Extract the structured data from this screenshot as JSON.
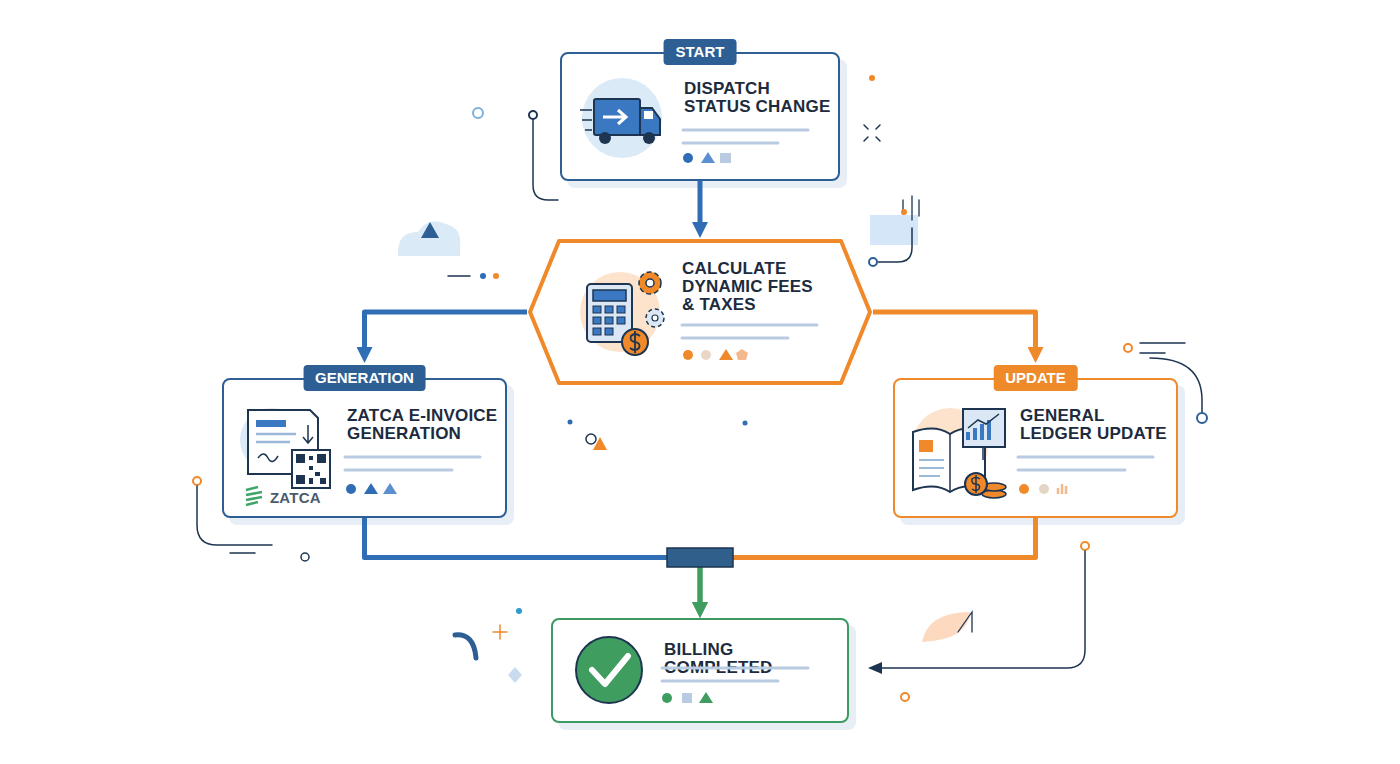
{
  "diagram": {
    "nodes": [
      {
        "text": [
          "START",
          "DISPATCH STATUS CHANGE"
        ]
      },
      {
        "text": [
          "CALCULATE DYNAMIC FEES & TAXES"
        ]
      },
      {
        "text": [
          "GENERATION",
          "ZATCA E-INVOICE GENERATION",
          "ZATCA"
        ]
      },
      {
        "text": [
          "UPDATE",
          "GENERAL LEDGER UPDATE"
        ]
      },
      {
        "text": [
          "BILLING COMPLETED"
        ]
      }
    ],
    "edges": [
      {
        "from": 0,
        "to": 1,
        "arrow": "to"
      },
      {
        "from": 1,
        "to": 2,
        "arrow": "to"
      },
      {
        "from": 1,
        "to": 3,
        "arrow": "to"
      },
      {
        "from": 2,
        "to": 4,
        "arrow": "to"
      },
      {
        "from": 3,
        "to": 4,
        "arrow": "to"
      }
    ]
  }
}
